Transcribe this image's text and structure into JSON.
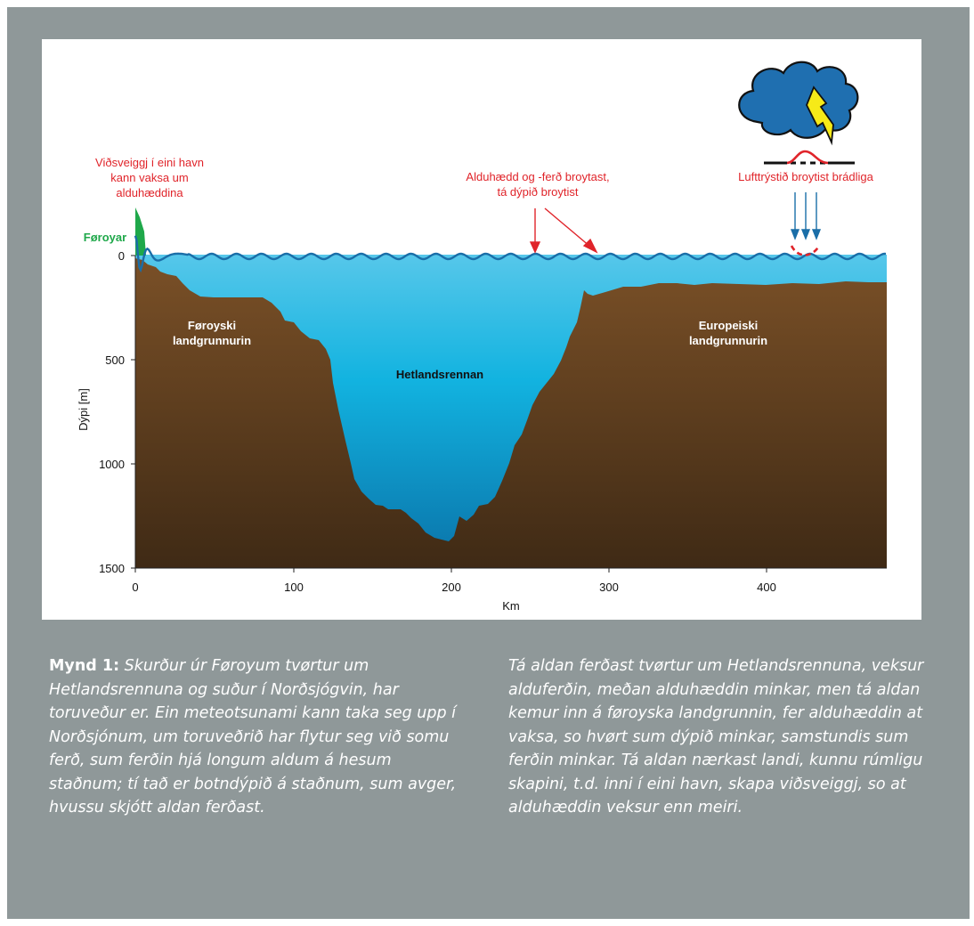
{
  "figure": {
    "labels": {
      "faroe_islands": "Føroyar",
      "faroese_shelf_line1": "Føroyski",
      "faroese_shelf_line2": "landgrunnurin",
      "channel": "Hetlandsrennan",
      "european_shelf_line1": "Europeiski",
      "european_shelf_line2": "landgrunnurin"
    },
    "annotations": {
      "harbour_resonance": [
        "Viðsveiggj í eini havn",
        "kann vaksa um",
        "alduhæddina"
      ],
      "depth_change": [
        "Alduhædd og -ferð broytast,",
        "tá dýpið broytist"
      ],
      "pressure_change": [
        "Lufttrýstið broytist brádliga"
      ]
    },
    "y_axis": {
      "label": "Dýpi [m]",
      "ticks": [
        "0",
        "500",
        "1000",
        "1500"
      ]
    },
    "x_axis": {
      "label": "Km",
      "ticks": [
        "0",
        "100",
        "200",
        "300",
        "400"
      ]
    },
    "colors": {
      "panel_background": "#8f9899",
      "annotation_red": "#e0242a",
      "land_green": "#1fa84a",
      "wave_blue": "#1a6ea8",
      "cloud_blue": "#1f6fb0",
      "lightning_yellow": "#f6ea18",
      "seabed_brown": "#6b4423"
    },
    "icons": [
      "storm-cloud-icon",
      "lightning-icon",
      "pressure-arrow-icon"
    ]
  },
  "caption": {
    "left_label": "Mynd 1:",
    "left_text": " Skurður úr Føroyum tvørtur um Hetlandsrennuna og suður í Norðsjógvin, har toruveður er. Ein meteotsunami kann taka seg upp í Norðsjónum, um toruveðrið har flytur seg við somu ferð, sum ferðin hjá longum aldum á hesum staðnum; tí tað er botndýpið á staðnum, sum avger, hvussu skjótt aldan ferðast.",
    "right_text": "Tá aldan ferðast tvørtur um Hetlandsrennuna, veksur alduferðin, meðan alduhæddin minkar, men tá aldan kemur inn á føroyska landgrunnin, fer alduhæddin at vaksa, so hvørt sum dýpið minkar, samstundis sum ferðin minkar. Tá aldan nærkast landi, kunnu rúmligu skapini, t.d. inni í eini havn, skapa viðsveiggj, so at alduhæddin veksur enn meiri."
  }
}
